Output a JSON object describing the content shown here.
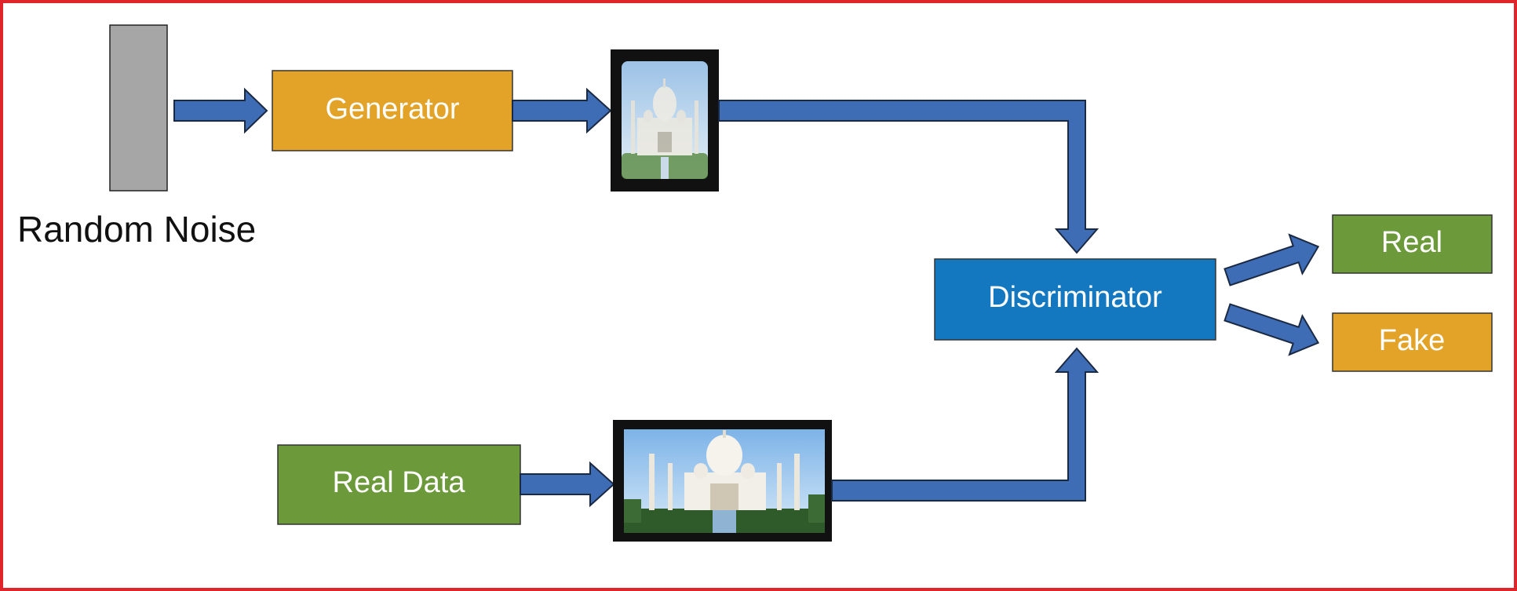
{
  "nodes": {
    "random_noise": {
      "label": "Random Noise"
    },
    "generator": {
      "label": "Generator"
    },
    "real_data": {
      "label": "Real Data"
    },
    "discriminator": {
      "label": "Discriminator"
    },
    "real": {
      "label": "Real"
    },
    "fake": {
      "label": "Fake"
    }
  },
  "edges": [
    {
      "from": "random_noise",
      "to": "generator"
    },
    {
      "from": "generator",
      "to": "generated_image"
    },
    {
      "from": "generated_image",
      "to": "discriminator"
    },
    {
      "from": "real_data",
      "to": "real_image"
    },
    {
      "from": "real_image",
      "to": "discriminator"
    },
    {
      "from": "discriminator",
      "to": "real"
    },
    {
      "from": "discriminator",
      "to": "fake"
    }
  ],
  "images": {
    "generated_image": {
      "icon": "taj-mahal-image-icon"
    },
    "real_image": {
      "icon": "taj-mahal-image-icon"
    }
  },
  "colors": {
    "border": "#e0242c",
    "arrow": "#3f6db5",
    "generator": "#e2a328",
    "real_data": "#6c9a3a",
    "discriminator": "#1478c1",
    "real": "#6c9a3a",
    "fake": "#e2a328",
    "noise": "#a6a6a6"
  }
}
